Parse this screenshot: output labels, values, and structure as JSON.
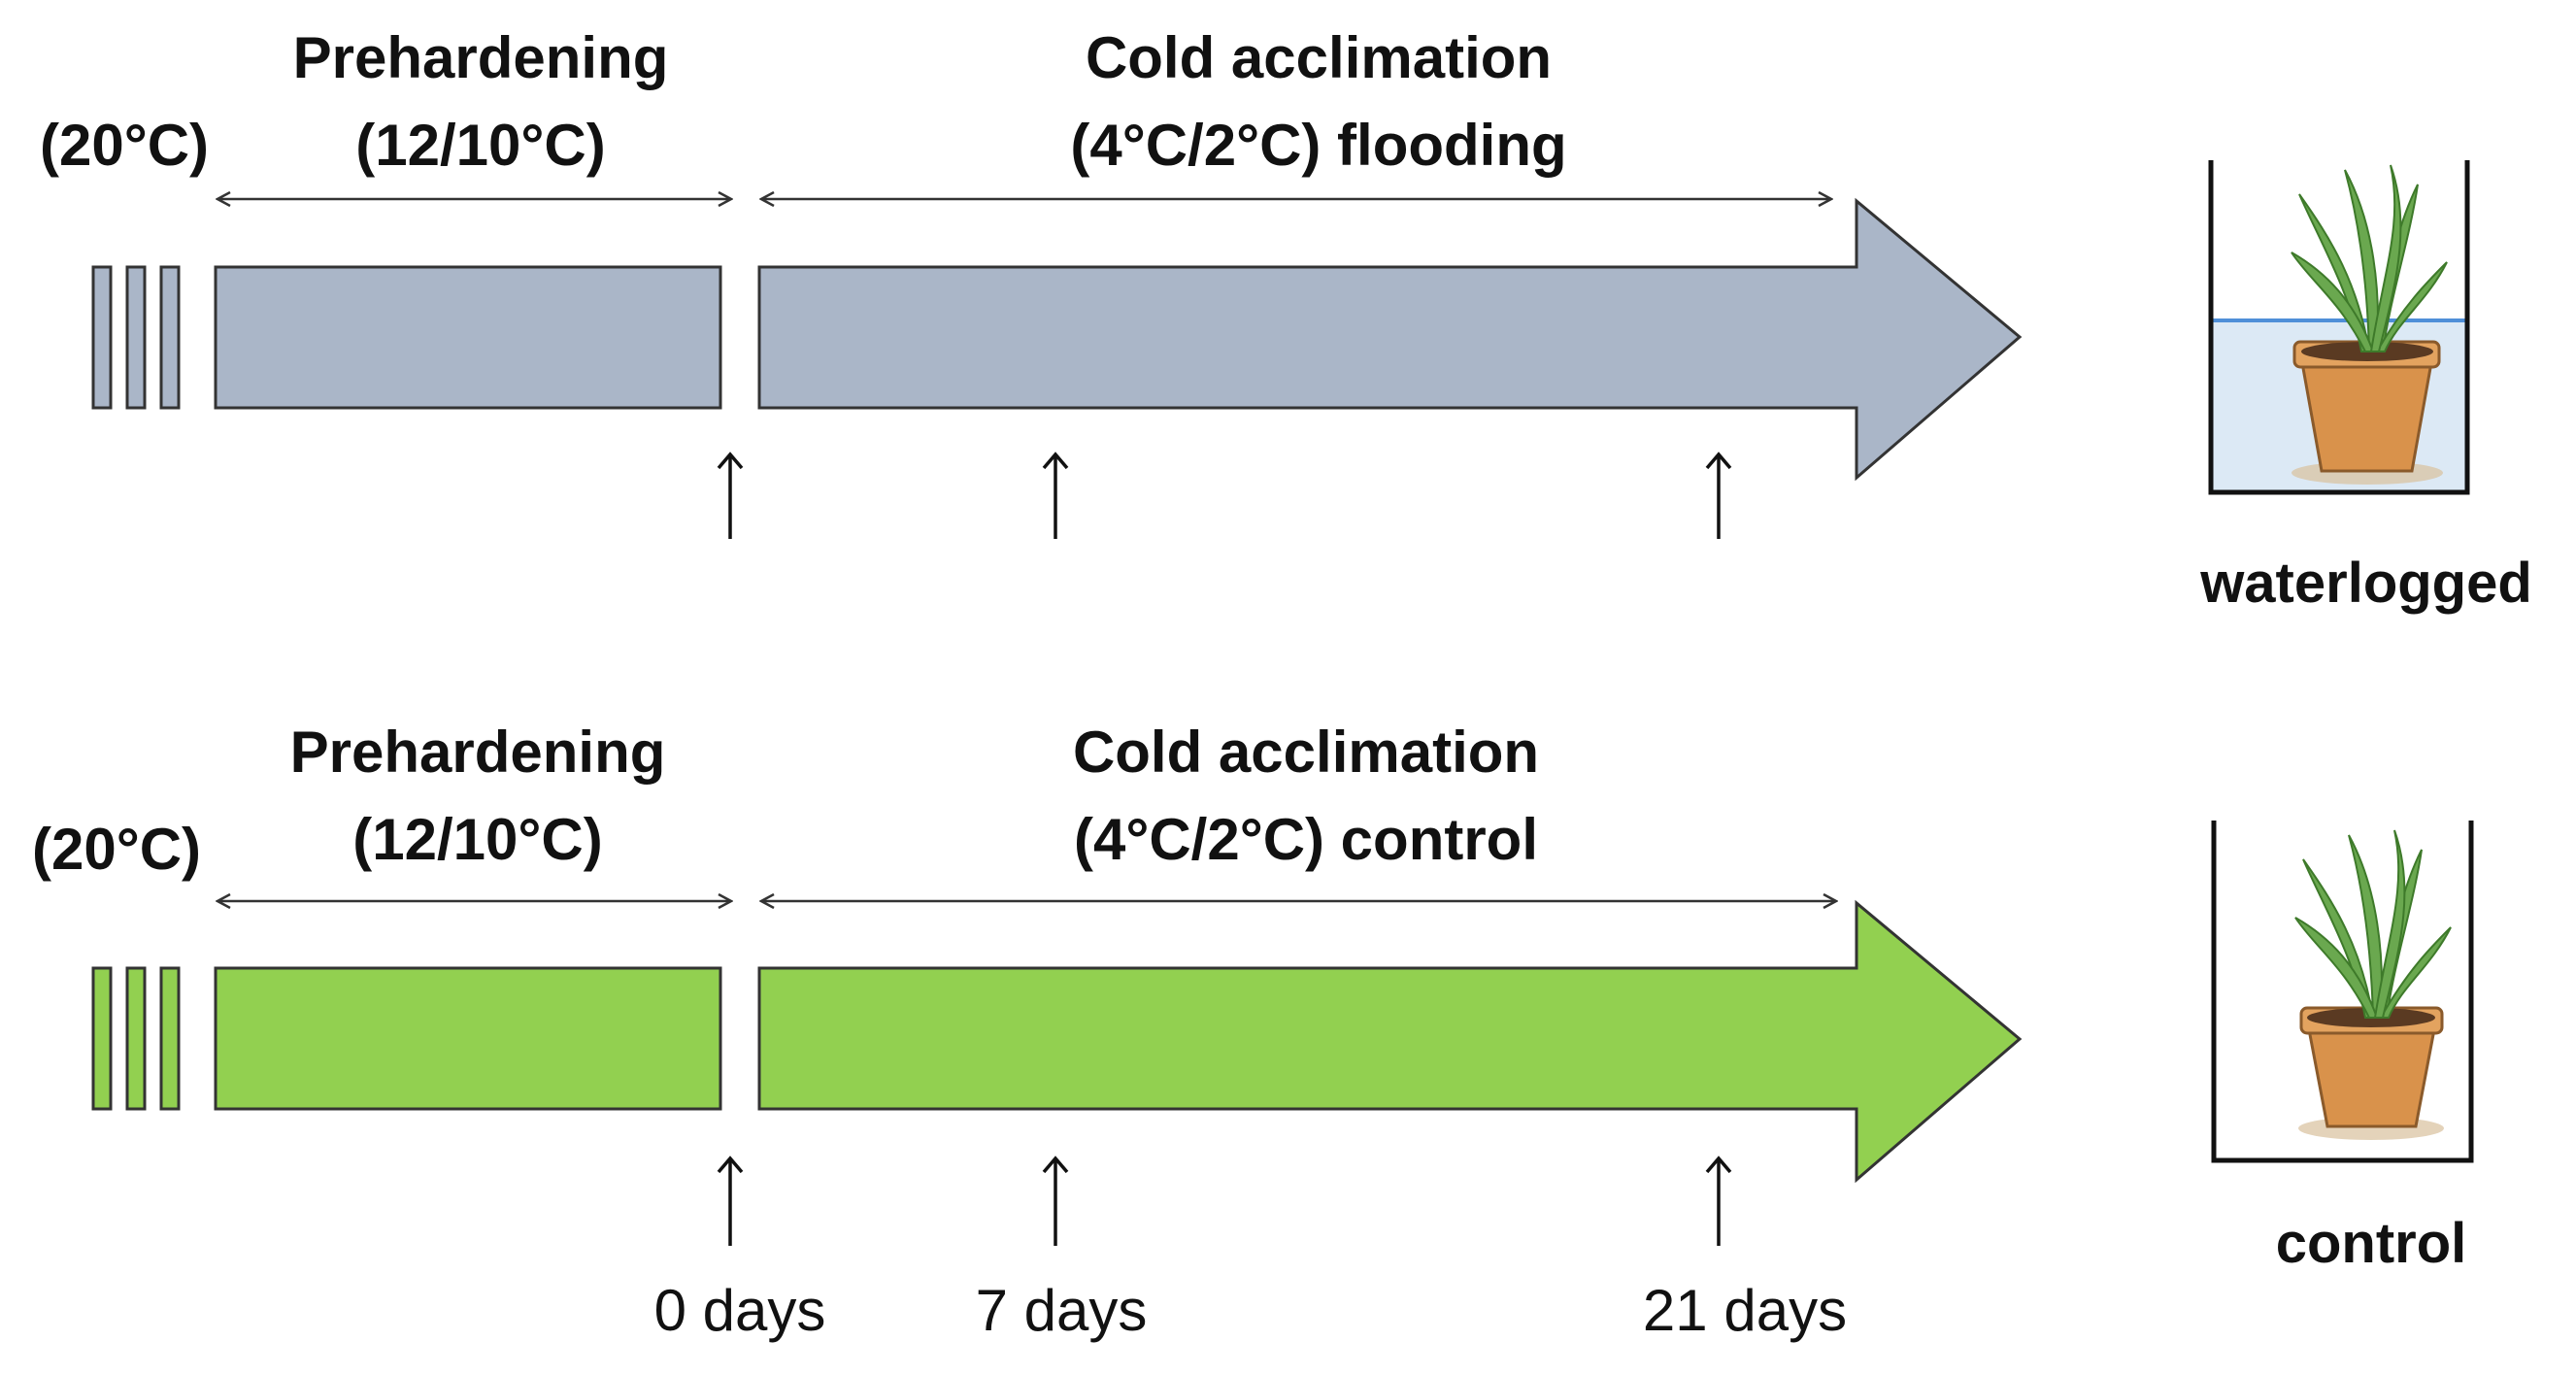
{
  "colors": {
    "flooding_fill": "#aab6c8",
    "control_fill": "#92d050",
    "outline": "#333333",
    "water_fill": "#dce9f5",
    "water_line": "#4f8fd8",
    "pot_fill": "#d9924b",
    "soil_fill": "#5a3a22",
    "leaf_fill": "#6aa84f"
  },
  "rows": [
    {
      "id": "flooding",
      "start_temp": "(20°C)",
      "prehardening_title": "Prehardening",
      "prehardening_temp": "(12/10°C)",
      "cold_title": "Cold acclimation",
      "cold_temp": "(4°C/2°C) flooding",
      "pot_label": "waterlogged",
      "pot_icon": "plant-pot-waterlogged-icon"
    },
    {
      "id": "control",
      "start_temp": "(20°C)",
      "prehardening_title": "Prehardening",
      "prehardening_temp": "(12/10°C)",
      "cold_title": "Cold acclimation",
      "cold_temp": "(4°C/2°C) control",
      "pot_label": "control",
      "pot_icon": "plant-pot-control-icon"
    }
  ],
  "timepoints": [
    "0 days",
    "7 days",
    "21 days"
  ]
}
